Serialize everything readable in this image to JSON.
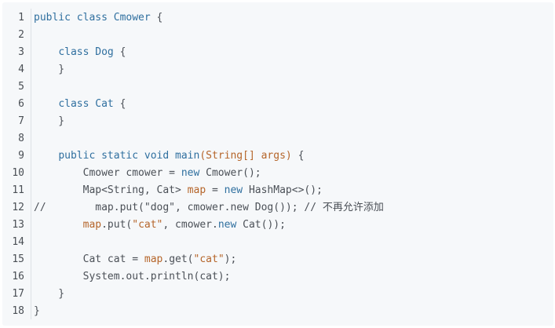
{
  "editor": {
    "lines": [
      {
        "num": "1",
        "tokens": [
          {
            "t": "kw",
            "v": "public class "
          },
          {
            "t": "fn",
            "v": "Cmower"
          },
          {
            "t": "plain",
            "v": " {"
          }
        ]
      },
      {
        "num": "2",
        "tokens": []
      },
      {
        "num": "3",
        "tokens": [
          {
            "t": "plain",
            "v": "    "
          },
          {
            "t": "kw",
            "v": "class "
          },
          {
            "t": "fn",
            "v": "Dog"
          },
          {
            "t": "plain",
            "v": " {"
          }
        ]
      },
      {
        "num": "4",
        "tokens": [
          {
            "t": "plain",
            "v": "    }"
          }
        ]
      },
      {
        "num": "5",
        "tokens": []
      },
      {
        "num": "6",
        "tokens": [
          {
            "t": "plain",
            "v": "    "
          },
          {
            "t": "kw",
            "v": "class "
          },
          {
            "t": "fn",
            "v": "Cat"
          },
          {
            "t": "plain",
            "v": " {"
          }
        ]
      },
      {
        "num": "7",
        "tokens": [
          {
            "t": "plain",
            "v": "    }"
          }
        ]
      },
      {
        "num": "8",
        "tokens": []
      },
      {
        "num": "9",
        "tokens": [
          {
            "t": "plain",
            "v": "    "
          },
          {
            "t": "kw",
            "v": "public static void "
          },
          {
            "t": "fn",
            "v": "main"
          },
          {
            "t": "type",
            "v": "(String[] args)"
          },
          {
            "t": "plain",
            "v": " {"
          }
        ]
      },
      {
        "num": "10",
        "tokens": [
          {
            "t": "plain",
            "v": "        Cmower cmower = "
          },
          {
            "t": "kw",
            "v": "new"
          },
          {
            "t": "plain",
            "v": " Cmower();"
          }
        ]
      },
      {
        "num": "11",
        "tokens": [
          {
            "t": "plain",
            "v": "        Map<String, Cat> "
          },
          {
            "t": "id",
            "v": "map"
          },
          {
            "t": "plain",
            "v": " = "
          },
          {
            "t": "kw",
            "v": "new"
          },
          {
            "t": "plain",
            "v": " HashMap<>();"
          }
        ]
      },
      {
        "num": "12",
        "tokens": [
          {
            "t": "cm",
            "v": "//        map.put(\"dog\", cmower.new Dog()); // 不再允许添加"
          }
        ]
      },
      {
        "num": "13",
        "tokens": [
          {
            "t": "plain",
            "v": "        "
          },
          {
            "t": "id",
            "v": "map"
          },
          {
            "t": "plain",
            "v": ".put("
          },
          {
            "t": "str",
            "v": "\"cat\""
          },
          {
            "t": "plain",
            "v": ", cmower."
          },
          {
            "t": "kw",
            "v": "new"
          },
          {
            "t": "plain",
            "v": " Cat());"
          }
        ]
      },
      {
        "num": "14",
        "tokens": []
      },
      {
        "num": "15",
        "tokens": [
          {
            "t": "plain",
            "v": "        Cat cat = "
          },
          {
            "t": "id",
            "v": "map"
          },
          {
            "t": "plain",
            "v": ".get("
          },
          {
            "t": "str",
            "v": "\"cat\""
          },
          {
            "t": "plain",
            "v": ");"
          }
        ]
      },
      {
        "num": "16",
        "tokens": [
          {
            "t": "plain",
            "v": "        System.out.println(cat);"
          }
        ]
      },
      {
        "num": "17",
        "tokens": [
          {
            "t": "plain",
            "v": "    }"
          }
        ]
      },
      {
        "num": "18",
        "tokens": [
          {
            "t": "plain",
            "v": "}"
          }
        ]
      }
    ]
  },
  "colors": {
    "background": "#f6f8fa",
    "keyword": "#2f6f9f",
    "string": "#b5652a",
    "text": "#4b5057"
  }
}
